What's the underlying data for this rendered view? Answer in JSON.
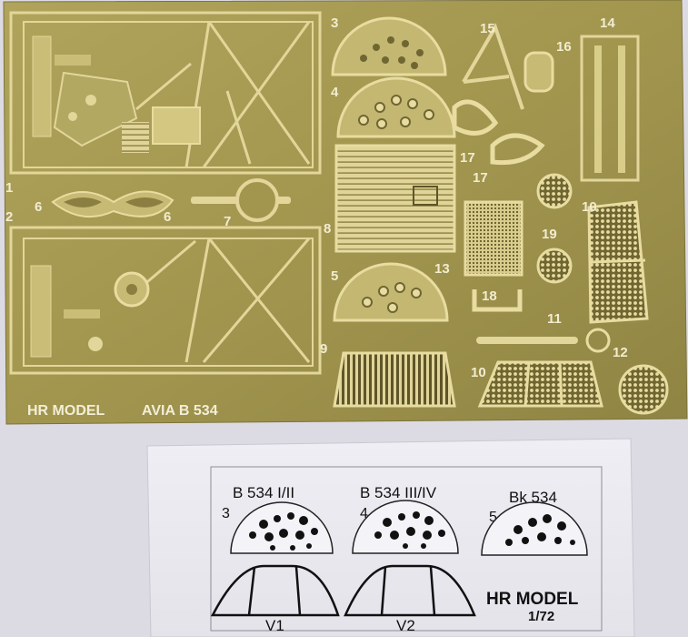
{
  "fret": {
    "brand_label": "HR MODEL",
    "model_label": "AVIA B 534",
    "part_numbers": [
      "1",
      "2",
      "3",
      "4",
      "5",
      "6",
      "6",
      "7",
      "8",
      "9",
      "10",
      "10",
      "11",
      "12",
      "13",
      "14",
      "15",
      "16",
      "17",
      "17",
      "18",
      "19"
    ]
  },
  "decal_sheet": {
    "variants": [
      {
        "title": "B 534 I/II",
        "number": "3"
      },
      {
        "title": "B 534 III/IV",
        "number": "4"
      },
      {
        "title": "Bk 534",
        "number": "5"
      }
    ],
    "windscreens": [
      "V1",
      "V2"
    ],
    "brand": "HR MODEL",
    "scale": "1/72"
  },
  "colors": {
    "background": "#dcdbe4",
    "brass": "#a59a55",
    "brass_light": "#e2d69a",
    "film": "#ebeaf0"
  }
}
